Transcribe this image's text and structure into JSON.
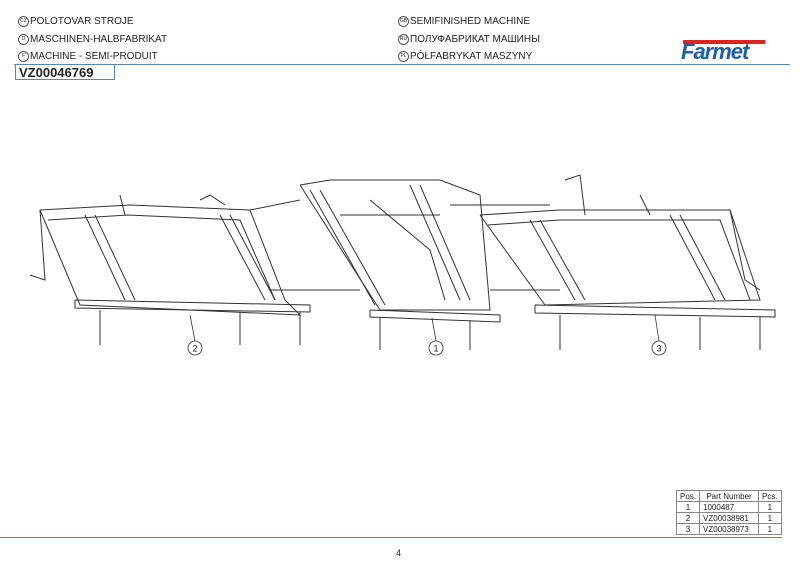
{
  "header": {
    "titles_left": [
      {
        "lang": "CZ",
        "text": "POLOTOVAR STROJE"
      },
      {
        "lang": "D",
        "text": "MASCHINEN-HALBFABRIKAT"
      },
      {
        "lang": "F",
        "text": "MACHINE - SEMI-PRODUIT"
      }
    ],
    "titles_right": [
      {
        "lang": "GB",
        "text": "SEMIFINISHED MACHINE"
      },
      {
        "lang": "RU",
        "text": "ПОЛУФАБРИКАТ МАШИНЫ"
      },
      {
        "lang": "PL",
        "text": "PÓŁFABRYKAT MASZYNY"
      }
    ],
    "part_number": "VZ00046769",
    "logo": "Farmet"
  },
  "drawing": {
    "callouts": [
      "2",
      "1",
      "3"
    ]
  },
  "parts_table": {
    "headers": [
      "Pos.",
      "Part Number",
      "Pcs."
    ],
    "rows": [
      [
        "1",
        "1000487",
        "1"
      ],
      [
        "2",
        "VZ00038981",
        "1"
      ],
      [
        "3",
        "VZ00038973",
        "1"
      ]
    ]
  },
  "footer": {
    "page": "4"
  },
  "colors": {
    "rule": "#5a86b0",
    "logo_red": "#dd2222",
    "logo_blue": "#1f5fa8"
  }
}
